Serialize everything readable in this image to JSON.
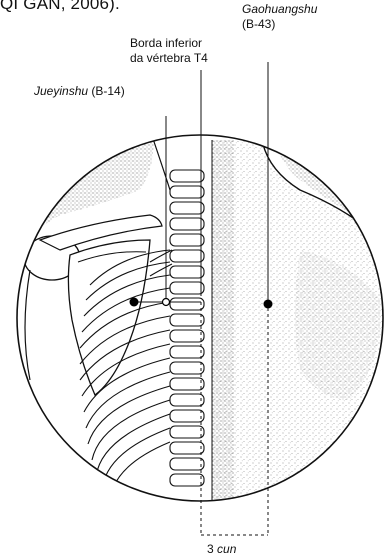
{
  "caption_fragment": "QI GAN, 2006).",
  "labels": {
    "gaohuangshu_name": "Gaohuangshu",
    "gaohuangshu_code": "(B-43)",
    "borda_line1": "Borda inferior",
    "borda_line2": "da vértebra T4",
    "jueyinshu_name": "Jueyinshu",
    "jueyinshu_code": " (B-14)",
    "distance_value": "3",
    "distance_unit": "cun"
  },
  "colors": {
    "ink": "#111111",
    "stipple": "#9a9a9a",
    "background": "#ffffff"
  }
}
